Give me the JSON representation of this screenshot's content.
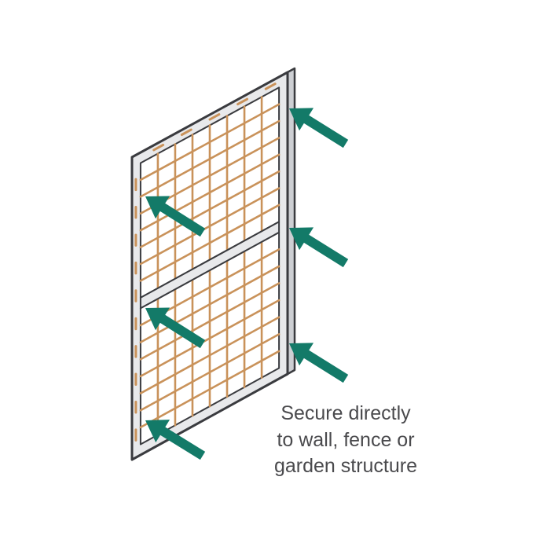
{
  "caption": {
    "lines": [
      "Secure directly",
      "to wall, fence or",
      "garden structure"
    ]
  },
  "colors": {
    "frame_outline": "#3a3b3f",
    "frame_face": "#e8e9eb",
    "frame_shadow": "#cdcfd3",
    "mesh_wire": "#c9925a",
    "slot": "#c9925a",
    "arrow": "#137a68",
    "caption_text": "#4a4a4d",
    "background": "#ffffff"
  },
  "icons": {
    "arrow": "arrow-pointing-icon"
  }
}
